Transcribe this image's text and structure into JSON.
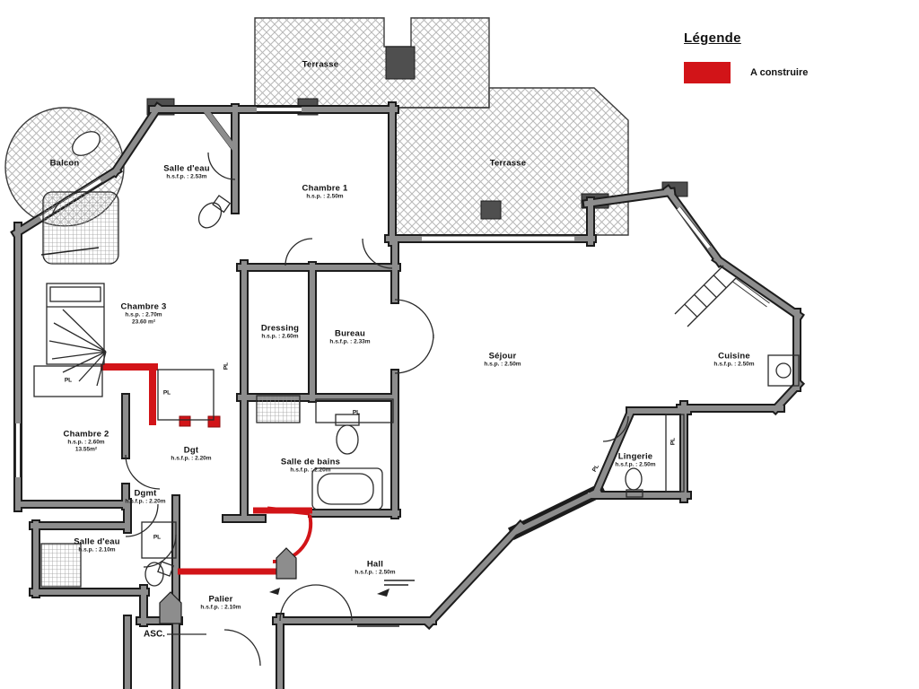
{
  "legend": {
    "title": "Légende",
    "item_label": "A construire",
    "color": "#d21418"
  },
  "rooms": [
    {
      "name": "Terrasse"
    },
    {
      "name": "Terrasse"
    },
    {
      "name": "Balcon"
    },
    {
      "name": "Salle d'eau",
      "sub": "h.s.f.p. : 2.53m"
    },
    {
      "name": "Chambre 1",
      "sub": "h.s.p. : 2.50m"
    },
    {
      "name": "Chambre 3",
      "sub": "h.s.p. : 2.70m",
      "area": "23.60 m²"
    },
    {
      "name": "Chambre 2",
      "sub": "h.s.p. : 2.60m",
      "area": "13.55m²"
    },
    {
      "name": "Dressing",
      "sub": "h.s.p. : 2.60m"
    },
    {
      "name": "Bureau",
      "sub": "h.s.f.p. : 2.33m"
    },
    {
      "name": "Séjour",
      "sub": "h.s.p. : 2.50m"
    },
    {
      "name": "Cuisine",
      "sub": "h.s.f.p. : 2.50m"
    },
    {
      "name": "Salle de bains",
      "sub": "h.s.f.p. : 2.20m"
    },
    {
      "name": "Dgt",
      "sub": "h.s.f.p. : 2.20m"
    },
    {
      "name": "Dgmt",
      "sub": "h.s.f.p. : 2.20m"
    },
    {
      "name": "Lingerie",
      "sub": "h.s.f.p. : 2.50m"
    },
    {
      "name": "Hall",
      "sub": "h.s.f.p. : 2.50m"
    },
    {
      "name": "Salle d'eau",
      "sub": "h.s.p. : 2.10m"
    },
    {
      "name": "Palier",
      "sub": "h.s.f.p. : 2.10m"
    }
  ],
  "labels": {
    "closet": "PL",
    "elevator": "ASC."
  }
}
